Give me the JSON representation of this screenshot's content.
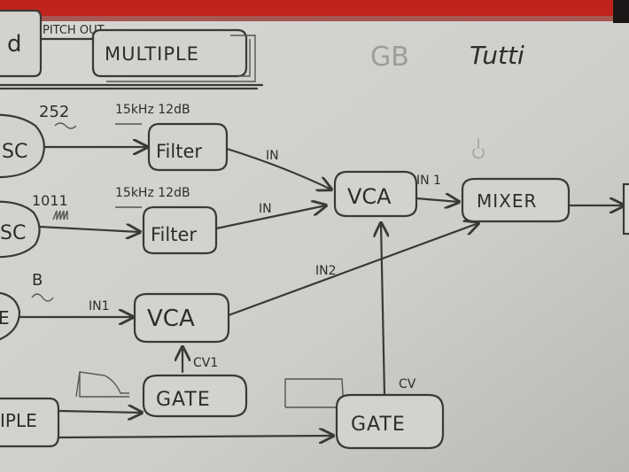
{
  "header": {
    "top_left_fragment": "d",
    "pitch_out_label": "PITCH OUT",
    "multiple_label": "MULTIPLE",
    "gb_label": "GB",
    "tutti_label": "Tutti"
  },
  "row1": {
    "osc_label": "SC",
    "freq_label": "252",
    "filter_spec": "15kHz 12dB",
    "filter_label": "Filter",
    "in_label": "IN"
  },
  "row2": {
    "osc_label": "SC",
    "freq_label": "1011",
    "filter_spec": "15kHz 12dB",
    "filter_label": "Filter",
    "in_label": "IN"
  },
  "row3": {
    "osc_label": "E",
    "note_label": "B",
    "in1_label": "IN1",
    "vca_label": "VCA",
    "cv1_label": "CV1",
    "in2_label": "IN2"
  },
  "row4": {
    "multiple_fragment": "IPLE",
    "gate_label": "GATE"
  },
  "right": {
    "vca_label": "VCA",
    "in1_label": "IN 1",
    "mixer_label": "MIXER",
    "cv_label": "CV",
    "gate_label": "GATE"
  },
  "colors": {
    "paper": "#d3d2ce",
    "ink": "#3a3936",
    "top_red_band": "#c0221c"
  }
}
